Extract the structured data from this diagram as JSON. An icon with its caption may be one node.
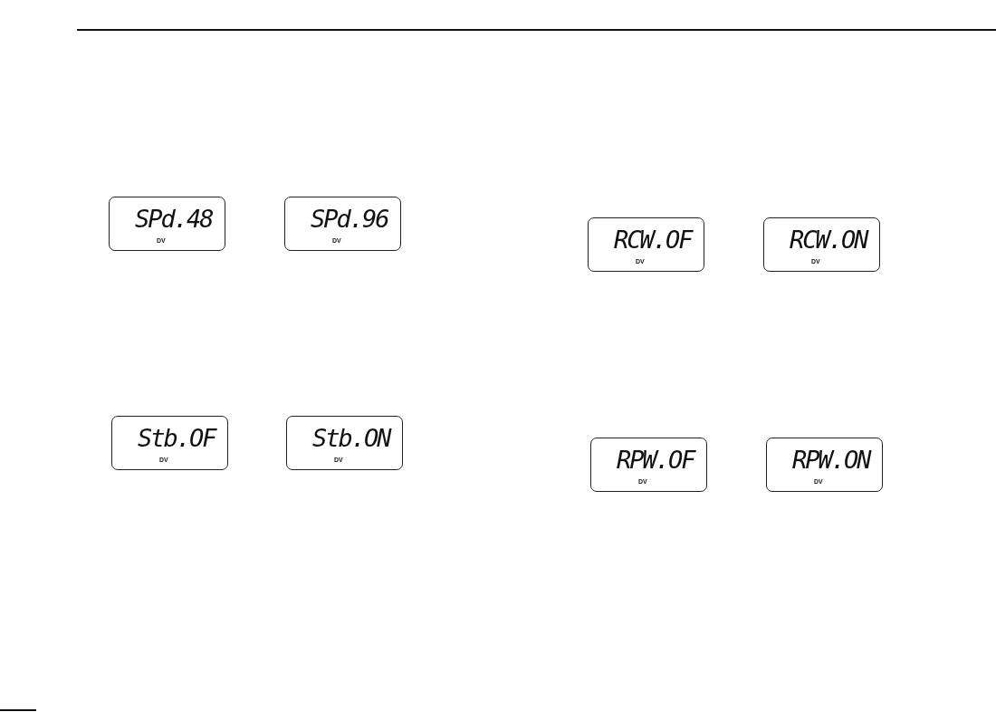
{
  "diagram": {
    "nodes": [
      {
        "text": [
          "SPd.48",
          "DV"
        ]
      },
      {
        "text": [
          "SPd.96",
          "DV"
        ]
      },
      {
        "text": [
          "Stb.OF",
          "DV"
        ]
      },
      {
        "text": [
          "Stb.ON",
          "DV"
        ]
      },
      {
        "text": [
          "RCW.OF",
          "DV"
        ]
      },
      {
        "text": [
          "RCW.ON",
          "DV"
        ]
      },
      {
        "text": [
          "RPW.OF",
          "DV"
        ]
      },
      {
        "text": [
          "RPW.ON",
          "DV"
        ]
      }
    ]
  }
}
